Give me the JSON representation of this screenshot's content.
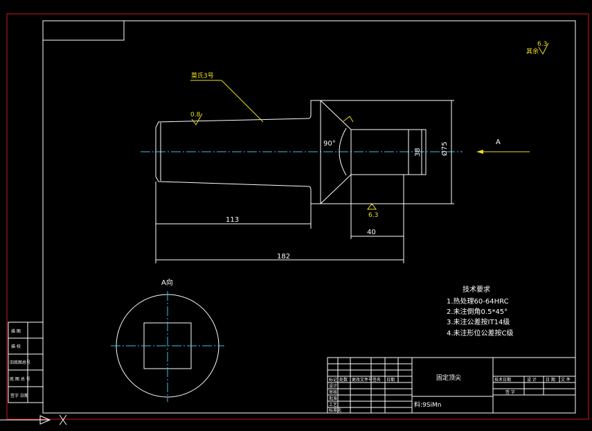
{
  "title_block": {
    "part_name": "固定顶尖",
    "material": "料:9SiMn",
    "doc_cells": [
      "技术日期",
      "设 计",
      "日 期",
      "文 件",
      "签 字"
    ],
    "left_cells": [
      "标记",
      "处数",
      "更改文件号",
      "签名",
      "日期"
    ],
    "process_cells": [
      "设计",
      "审核",
      "批准",
      "工艺",
      "标准化"
    ]
  },
  "side_table": [
    "描 图",
    "描 校",
    "旧底图总号",
    "底 图 总 号",
    "签字 日期"
  ],
  "dimensions": {
    "len_113": "113",
    "len_182": "182",
    "len_40": "40",
    "dia_75": "Ø75",
    "dia_38": "38",
    "angle": "90°"
  },
  "annotations": {
    "roughness_top": "0.8",
    "roughness_bottom": "6.3",
    "roughness_corner": "6.3",
    "corner_label": "其余",
    "taper_note": "莫氏3号",
    "view_arrow": "A",
    "view_label": "A向"
  },
  "tech_requirements": {
    "heading": "技术要求",
    "items": [
      "1.热处理60-64HRC",
      "2.未注倒角0.5*45°",
      "3.未注公差按IT14级",
      "4.未注形位公差按C级"
    ]
  }
}
